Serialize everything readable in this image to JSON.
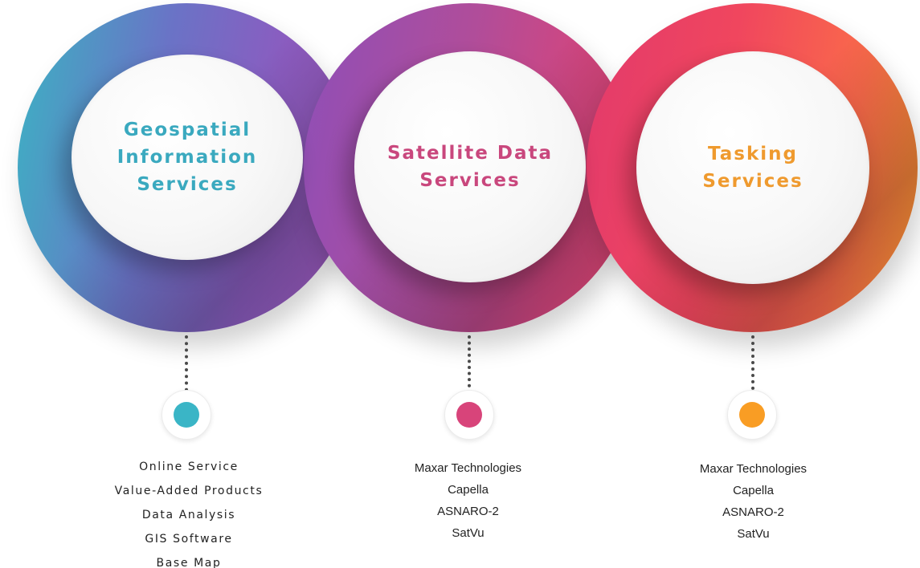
{
  "services": [
    {
      "title": "Geospatial Information Services",
      "accent": "#3aa9bf",
      "items": [
        "Online Service",
        "Value-Added Products",
        "Data Analysis",
        "GIS Software",
        "Base Map"
      ]
    },
    {
      "title": "Satellite Data Services",
      "accent": "#c9477d",
      "items": [
        "Maxar Technologies",
        "Capella",
        "ASNARO-2",
        "SatVu"
      ]
    },
    {
      "title": "Tasking Services",
      "accent": "#ef9a2e",
      "items": [
        "Maxar Technologies",
        "Capella",
        "ASNARO-2",
        "SatVu"
      ]
    }
  ]
}
